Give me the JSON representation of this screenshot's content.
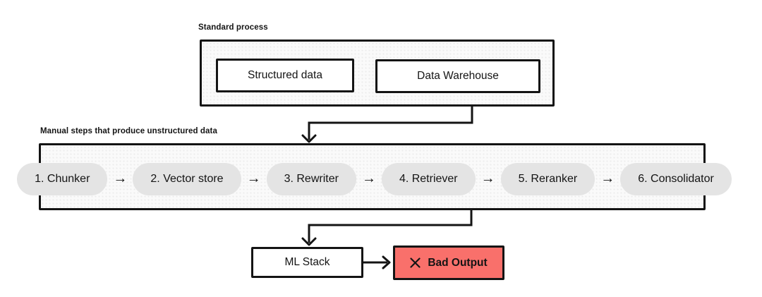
{
  "diagram": {
    "arrow_glyph": "→",
    "standard_process": {
      "label": "Standard process",
      "nodes": [
        {
          "label": "Structured data"
        },
        {
          "label": "Data Warehouse"
        }
      ]
    },
    "manual_steps": {
      "label": "Manual steps that produce unstructured data",
      "steps": [
        "1. Chunker",
        "2. Vector store",
        "3. Rewriter",
        "4. Retriever",
        "5. Reranker",
        "6. Consolidator"
      ]
    },
    "ml_flow": {
      "ml_stack_label": "ML Stack",
      "bad_output": {
        "icon": "x-icon",
        "label": "Bad Output"
      }
    },
    "colors": {
      "line": "#141414",
      "node_bg": "#ffffff",
      "container_bg": "#fafafa",
      "pill_bg": "#e4e4e4",
      "bad_output_bg": "#f9706b"
    }
  }
}
